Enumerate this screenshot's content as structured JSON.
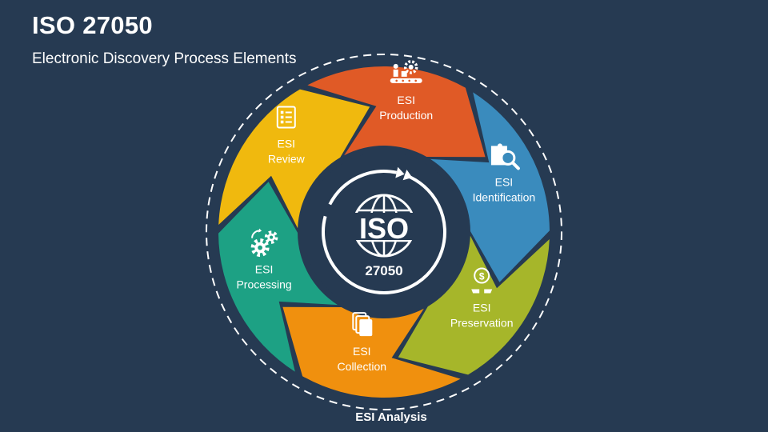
{
  "title": "ISO 27050",
  "subtitle": "Electronic Discovery Process Elements",
  "center": {
    "main": "ISO",
    "number": "27050",
    "icon": "globe-icon"
  },
  "footer_label": "ESI Analysis",
  "segments": [
    {
      "line1": "ESI",
      "line2": "Identification",
      "color": "#3a8bbd",
      "icon": "puzzle-search-icon"
    },
    {
      "line1": "ESI",
      "line2": "Preservation",
      "color": "#a6b62a",
      "icon": "hands-dollar-icon"
    },
    {
      "line1": "ESI",
      "line2": "Collection",
      "color": "#f0900e",
      "icon": "documents-stack-icon"
    },
    {
      "line1": "ESI",
      "line2": "Processing",
      "color": "#1da184",
      "icon": "gears-icon"
    },
    {
      "line1": "ESI",
      "line2": "Review",
      "color": "#f0b90e",
      "icon": "checklist-icon"
    },
    {
      "line1": "ESI",
      "line2": "Production",
      "color": "#e05a26",
      "icon": "conveyor-gear-icon"
    }
  ]
}
